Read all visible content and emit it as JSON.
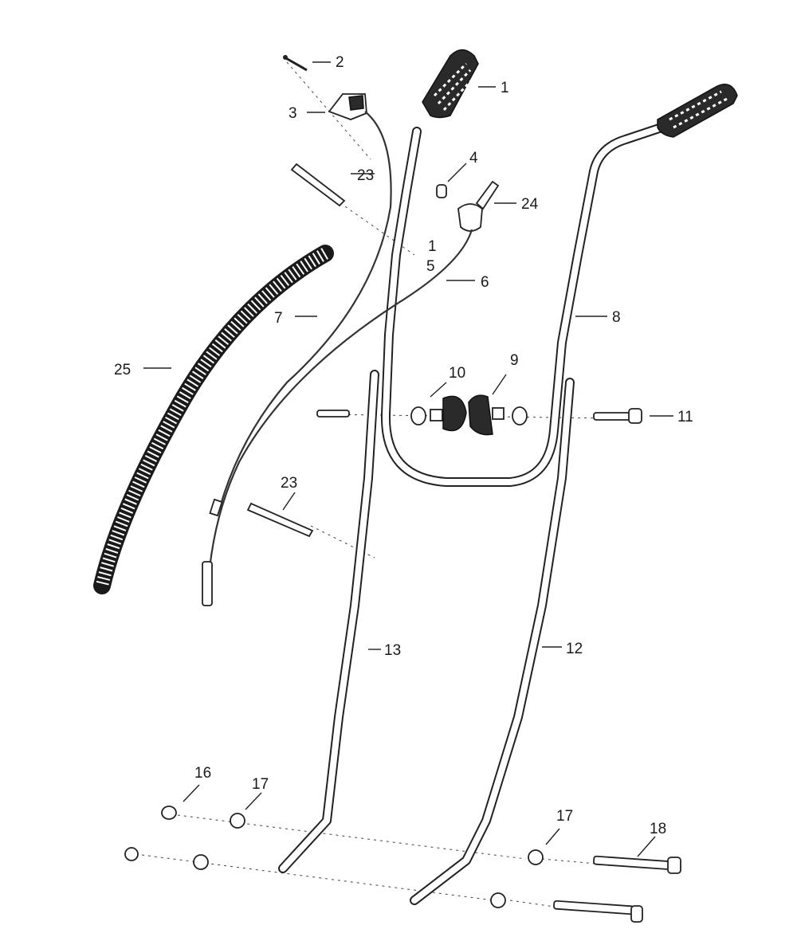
{
  "diagram": {
    "callouts": [
      "1",
      "2",
      "3",
      "4",
      "1",
      "5",
      "6",
      "7",
      "8",
      "9",
      "10",
      "11",
      "12",
      "13",
      "16",
      "17",
      "17",
      "18",
      "23",
      "23",
      "24",
      "25"
    ]
  },
  "colors": {
    "ink": "#222222",
    "paper": "#ffffff"
  }
}
